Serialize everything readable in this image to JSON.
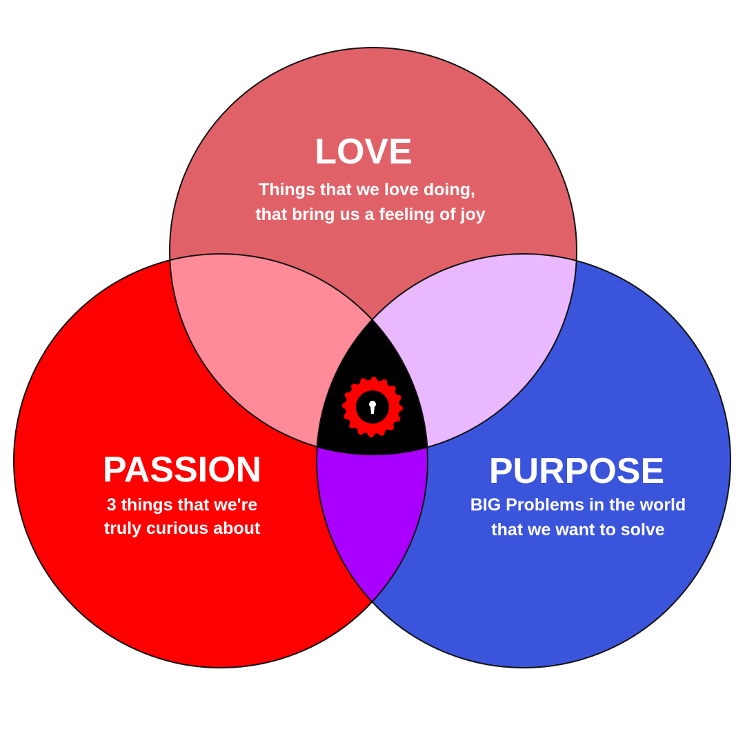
{
  "colors": {
    "love": "#e06268",
    "passion": "#fe0000",
    "purpose": "#3b54dc",
    "love_passion": "#ff8a98",
    "love_purpose": "#e9b8ff",
    "passion_purpose": "#aa00ff",
    "center": "#000000",
    "gear": "#ff0000"
  },
  "love": {
    "title": "LOVE",
    "line1": "Things that we love doing,",
    "line2": "that bring us a feeling of joy"
  },
  "passion": {
    "title": "PASSION",
    "line1": "3 things that we're",
    "line2": "truly curious about"
  },
  "purpose": {
    "title": "PURPOSE",
    "line1": "BIG Problems in the world",
    "line2": "that we want to solve"
  },
  "center_icon": "gear-keyhole-icon"
}
